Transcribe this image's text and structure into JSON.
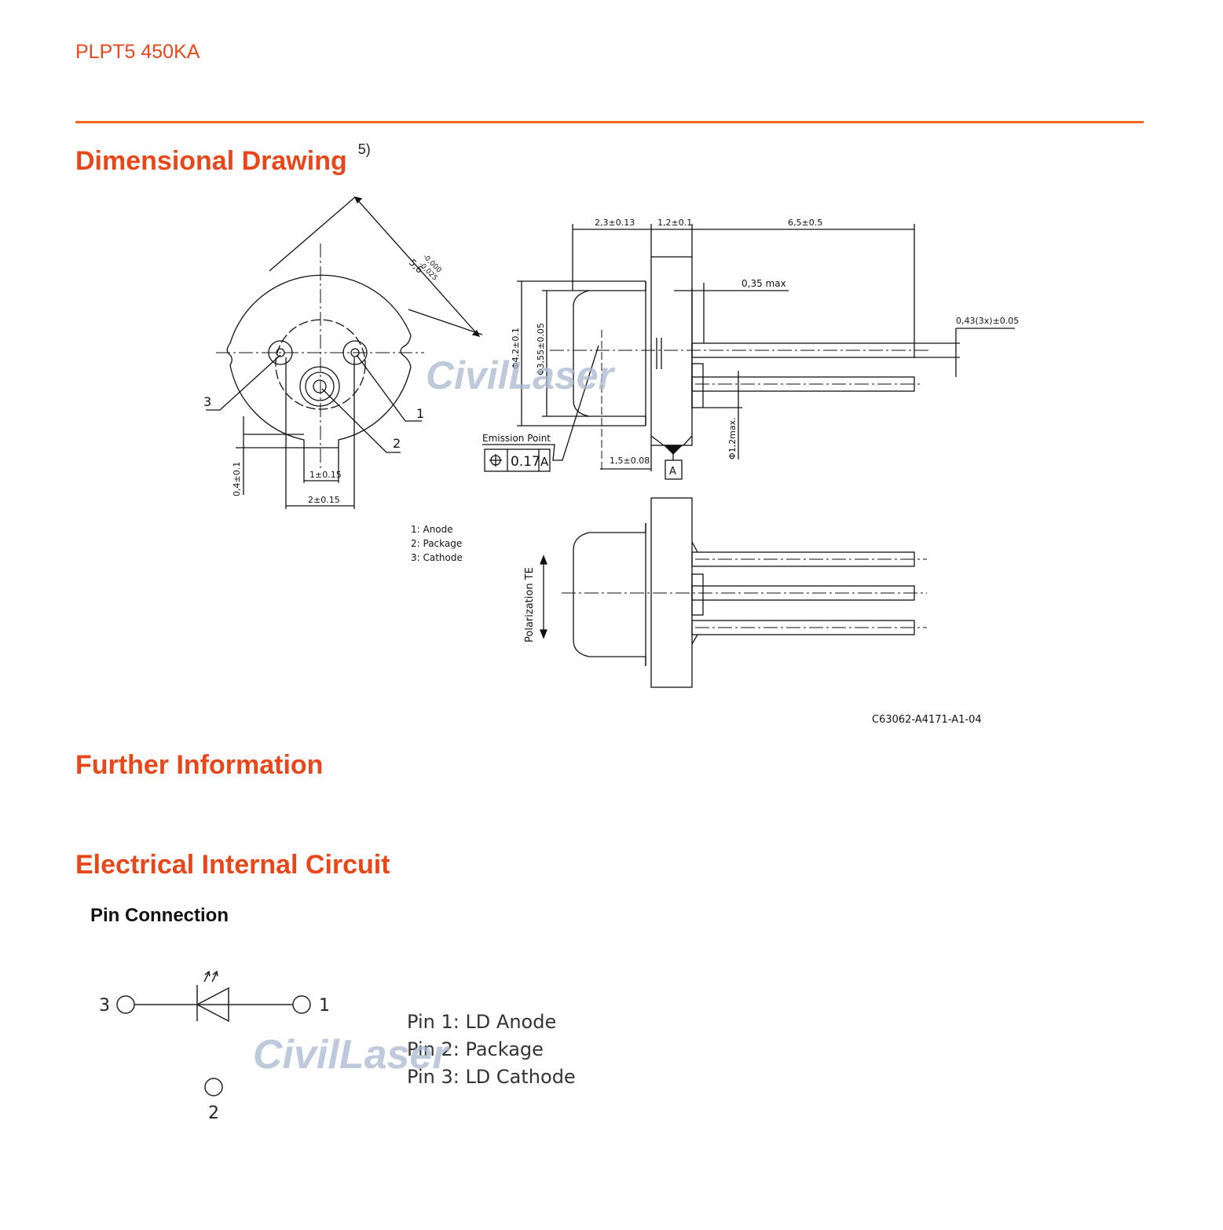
{
  "header": {
    "product_name": "PLPT5 450KA",
    "accent_color": "#e8471a"
  },
  "sections": {
    "dimensional_drawing": {
      "title": "Dimensional Drawing",
      "footnote": "5)"
    },
    "further_information": {
      "title": "Further Information"
    },
    "electrical_internal_circuit": {
      "title": "Electrical Internal Circuit",
      "subtitle": "Pin Connection"
    }
  },
  "drawing": {
    "dims": {
      "diameter_across": "5,6",
      "diameter_tol_upper": "-0,000",
      "diameter_tol_lower": "-0,025",
      "body_length": "2,3±0.13",
      "flange_thickness": "1,2±0.1",
      "pin_length": "6,5±0.5",
      "offset_max": "0,35 max",
      "pin_diameter": "0,43(3x)±0.05",
      "cap_diameter": "Φ4,2±0.1",
      "window_diameter": "Φ3,55±0.05",
      "emission_offset": "1,5±0.08",
      "tab_max": "Φ1,2max.",
      "notch_depth": "0,4±0.1",
      "notch_width": "1±0.15",
      "pin_spacing": "2±0.15"
    },
    "pin_callouts": [
      "1",
      "2",
      "3"
    ],
    "emission_point_label": "Emission Point",
    "tolerance_frame": {
      "symbol": "position-symbol",
      "value": "0.17",
      "datum": "A"
    },
    "datum_label": "A",
    "pin_legend": [
      "1: Anode",
      "2: Package",
      "3: Cathode"
    ],
    "polarization_label": "Polarization TE",
    "drawing_number": "C63062-A4171-A1-04",
    "watermark": "CivilLaser"
  },
  "circuit": {
    "pin_labels": [
      "3",
      "1",
      "2"
    ],
    "pin_descriptions": [
      "Pin 1: LD Anode",
      "Pin 2: Package",
      "Pin 3: LD Cathode"
    ],
    "watermark": "CivilLaser"
  }
}
